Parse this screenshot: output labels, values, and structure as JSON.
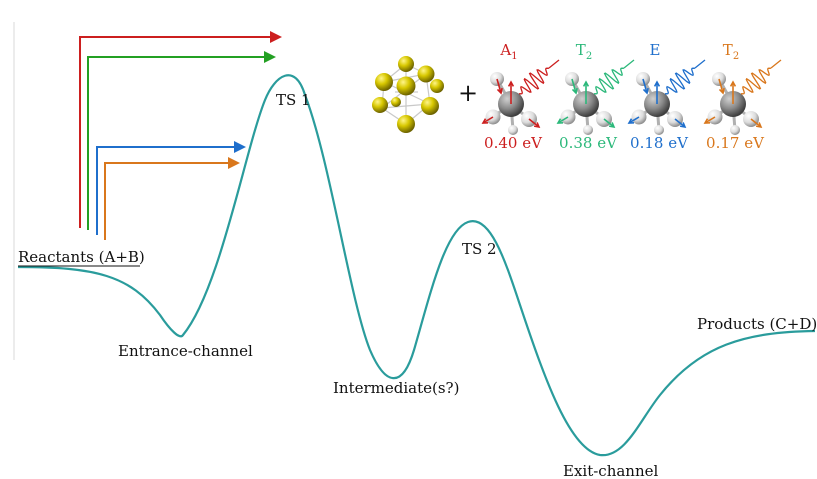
{
  "colors": {
    "curve": "#2a9c9c",
    "red": "#cc1f1f",
    "green": "#23a023",
    "blue": "#1f6fcc",
    "orange": "#d9771c",
    "cluster": "#c7b800",
    "carbon": "#808080",
    "hydrogen": "#d8d8d8",
    "axis": "#d8d8d8"
  },
  "labels": {
    "reactants": "Reactants (A+B)",
    "entrance": "Entrance-channel",
    "ts1": "TS 1",
    "intermediate": "Intermediate(s?)",
    "ts2": "TS 2",
    "exit": "Exit-channel",
    "products": "Products (C+D)",
    "plus": "+"
  },
  "modes": [
    {
      "name": "A",
      "sub": "1",
      "energy": "0.40 eV",
      "color": "#cc1f1f"
    },
    {
      "name": "T",
      "sub": "2",
      "energy": "0.38 eV",
      "color": "#2bb87a"
    },
    {
      "name": "E",
      "sub": "",
      "energy": "0.18 eV",
      "color": "#1f6fcc"
    },
    {
      "name": "T",
      "sub": "2",
      "energy": "0.17 eV",
      "color": "#d9771c"
    }
  ],
  "icons": {
    "cluster": "gold-cluster-icon",
    "molecule": "methane-molecule-icon",
    "wave": "vibration-wave-icon"
  }
}
